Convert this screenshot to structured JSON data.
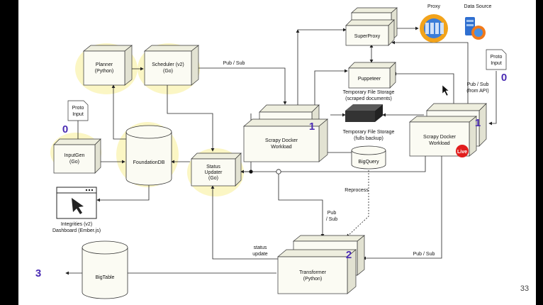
{
  "slide": {
    "page_number": "33",
    "nodes": {
      "planner": [
        "Planner",
        "(Python)"
      ],
      "scheduler": [
        "Scheduler (v2)",
        "(Go)"
      ],
      "inputgen": [
        "InputGen",
        "(Go)"
      ],
      "foundationdb": "FoundationDB",
      "status_updater": [
        "Status",
        "Updater",
        "(Go)"
      ],
      "scrapy_left": [
        "Scrapy Docker",
        "Workload"
      ],
      "scrapy_right": [
        "Scrapy Docker",
        "Workload"
      ],
      "superproxy": "SuperProxy",
      "puppeteer": "Puppeteer",
      "proxy": "Proxy",
      "data_source": "Data Source",
      "bigquery": "BigQuery",
      "transformer": [
        "Transformer",
        "(Python)"
      ],
      "bigtable": "BigTable",
      "dashboard": [
        "Integrities (v2)",
        "Dashboard (Ember.js)"
      ],
      "proto_input_left": [
        "Proto",
        "Input"
      ],
      "proto_input_right": [
        "Proto",
        "Input"
      ],
      "temp_storage_top": [
        "Temporary File Storage",
        "(scraped documents)"
      ],
      "temp_storage_bottom": [
        "Temporary File Storage",
        "(fulls backup)"
      ]
    },
    "edge_labels": {
      "pubsub_top": "Pub / Sub",
      "pubsub_api": [
        "Pub / Sub",
        "(from API)"
      ],
      "pubsub_mid": [
        "Pub",
        "/ Sub"
      ],
      "pubsub_right": "Pub / Sub",
      "reprocess": "Reprocess",
      "status_update": [
        "status",
        "update"
      ]
    },
    "markers": {
      "zero_left": "0",
      "zero_right": "0",
      "one_left": "1",
      "one_right": "1",
      "two": "2",
      "three": "3",
      "live": "Live"
    },
    "colors": {
      "marker": "#4a2bb3",
      "box_face": "#fbfbf3",
      "highlight": "#fbf6c4",
      "live_badge": "#e11d1d"
    }
  }
}
